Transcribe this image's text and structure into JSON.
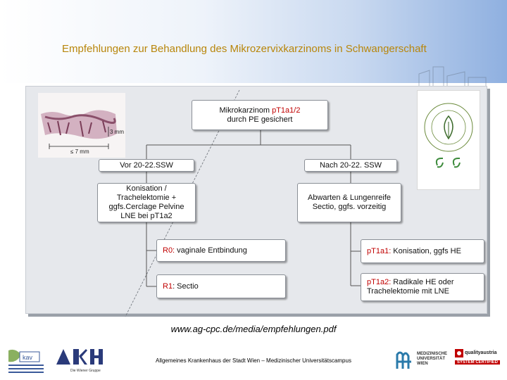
{
  "slide": {
    "title": "Empfehlungen zur Behandlung des Mikrozervixkarzinoms in Schwangerschaft",
    "url": "www.ag-cpc.de/media/empfehlungen.pdf",
    "footer": "Allgemeines Krankenhaus der Stadt Wien – Medizinischer Universitätscampus"
  },
  "histology": {
    "label_3mm": "3 mm",
    "label_7mm": "≤ 7 mm"
  },
  "flow": {
    "root": {
      "line1": "Mikrokarzinom ",
      "line1_highlight": "pT1a1/2",
      "line2": "durch PE gesichert"
    },
    "left_branch": {
      "label": "Vor 20-22.SSW"
    },
    "right_branch": {
      "label": "Nach 20-22. SSW"
    },
    "left_action": {
      "text": "Konisation / Trachelektomie + ggfs.Cerclage Pelvine LNE bei pT1a2"
    },
    "right_action": {
      "text": "Abwarten & Lungenreife Sectio, ggfs. vorzeitig"
    },
    "r0": {
      "highlight": "R0:",
      "text": " vaginale Entbindung"
    },
    "r1": {
      "highlight": "R1",
      "text": ": Sectio"
    },
    "pt1a1": {
      "highlight": "pT1a1:",
      "text": " Konisation, ggfs HE"
    },
    "pt1a2": {
      "highlight": "pT1a2:",
      "text": "  Radikale HE oder Trachelektomie mit LNE"
    }
  },
  "logos": {
    "akh_tagline": "Die Wiener Gruppe",
    "mu_name": "MEDIZINISCHE UNIVERSITÄT WIEN",
    "quality_name": "qualityaustria",
    "quality_sub": "SYSTEM CERTIFIED"
  },
  "colors": {
    "title": "#b8860b",
    "highlight": "#c00000",
    "panel": "#e6e8ec"
  }
}
